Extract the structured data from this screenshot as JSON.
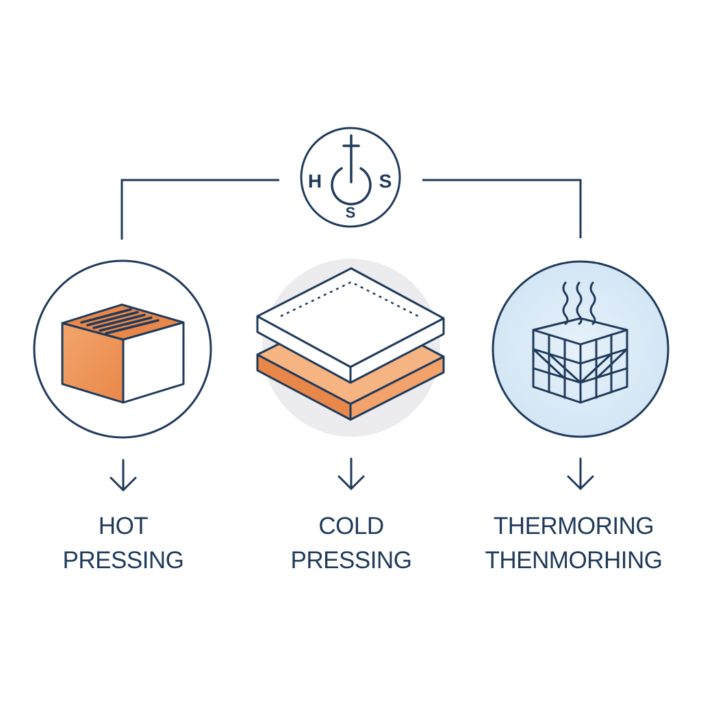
{
  "hub": {
    "letters": {
      "left": "H",
      "right": "S",
      "bottom": "S"
    },
    "icon": "power-hub-icon"
  },
  "processes": [
    {
      "id": "hot",
      "icon": "heated-block-icon",
      "label_line1": "HOT",
      "label_line2": "PRESSING"
    },
    {
      "id": "cold",
      "icon": "stacked-layers-icon",
      "label_line1": "COLD",
      "label_line2": "PRESSING"
    },
    {
      "id": "thermo",
      "icon": "heated-grid-block-icon",
      "label_line1": "THERMORING",
      "label_line2": "THENMORHING"
    }
  ],
  "arrow_icon": "arrow-down-icon",
  "colors": {
    "stroke": "#1f3a5a",
    "orange_dark": "#e98a4a",
    "orange_light": "#f6b482",
    "cold_disc": "#ececee",
    "thermo_disc": "#dbeaf6"
  }
}
